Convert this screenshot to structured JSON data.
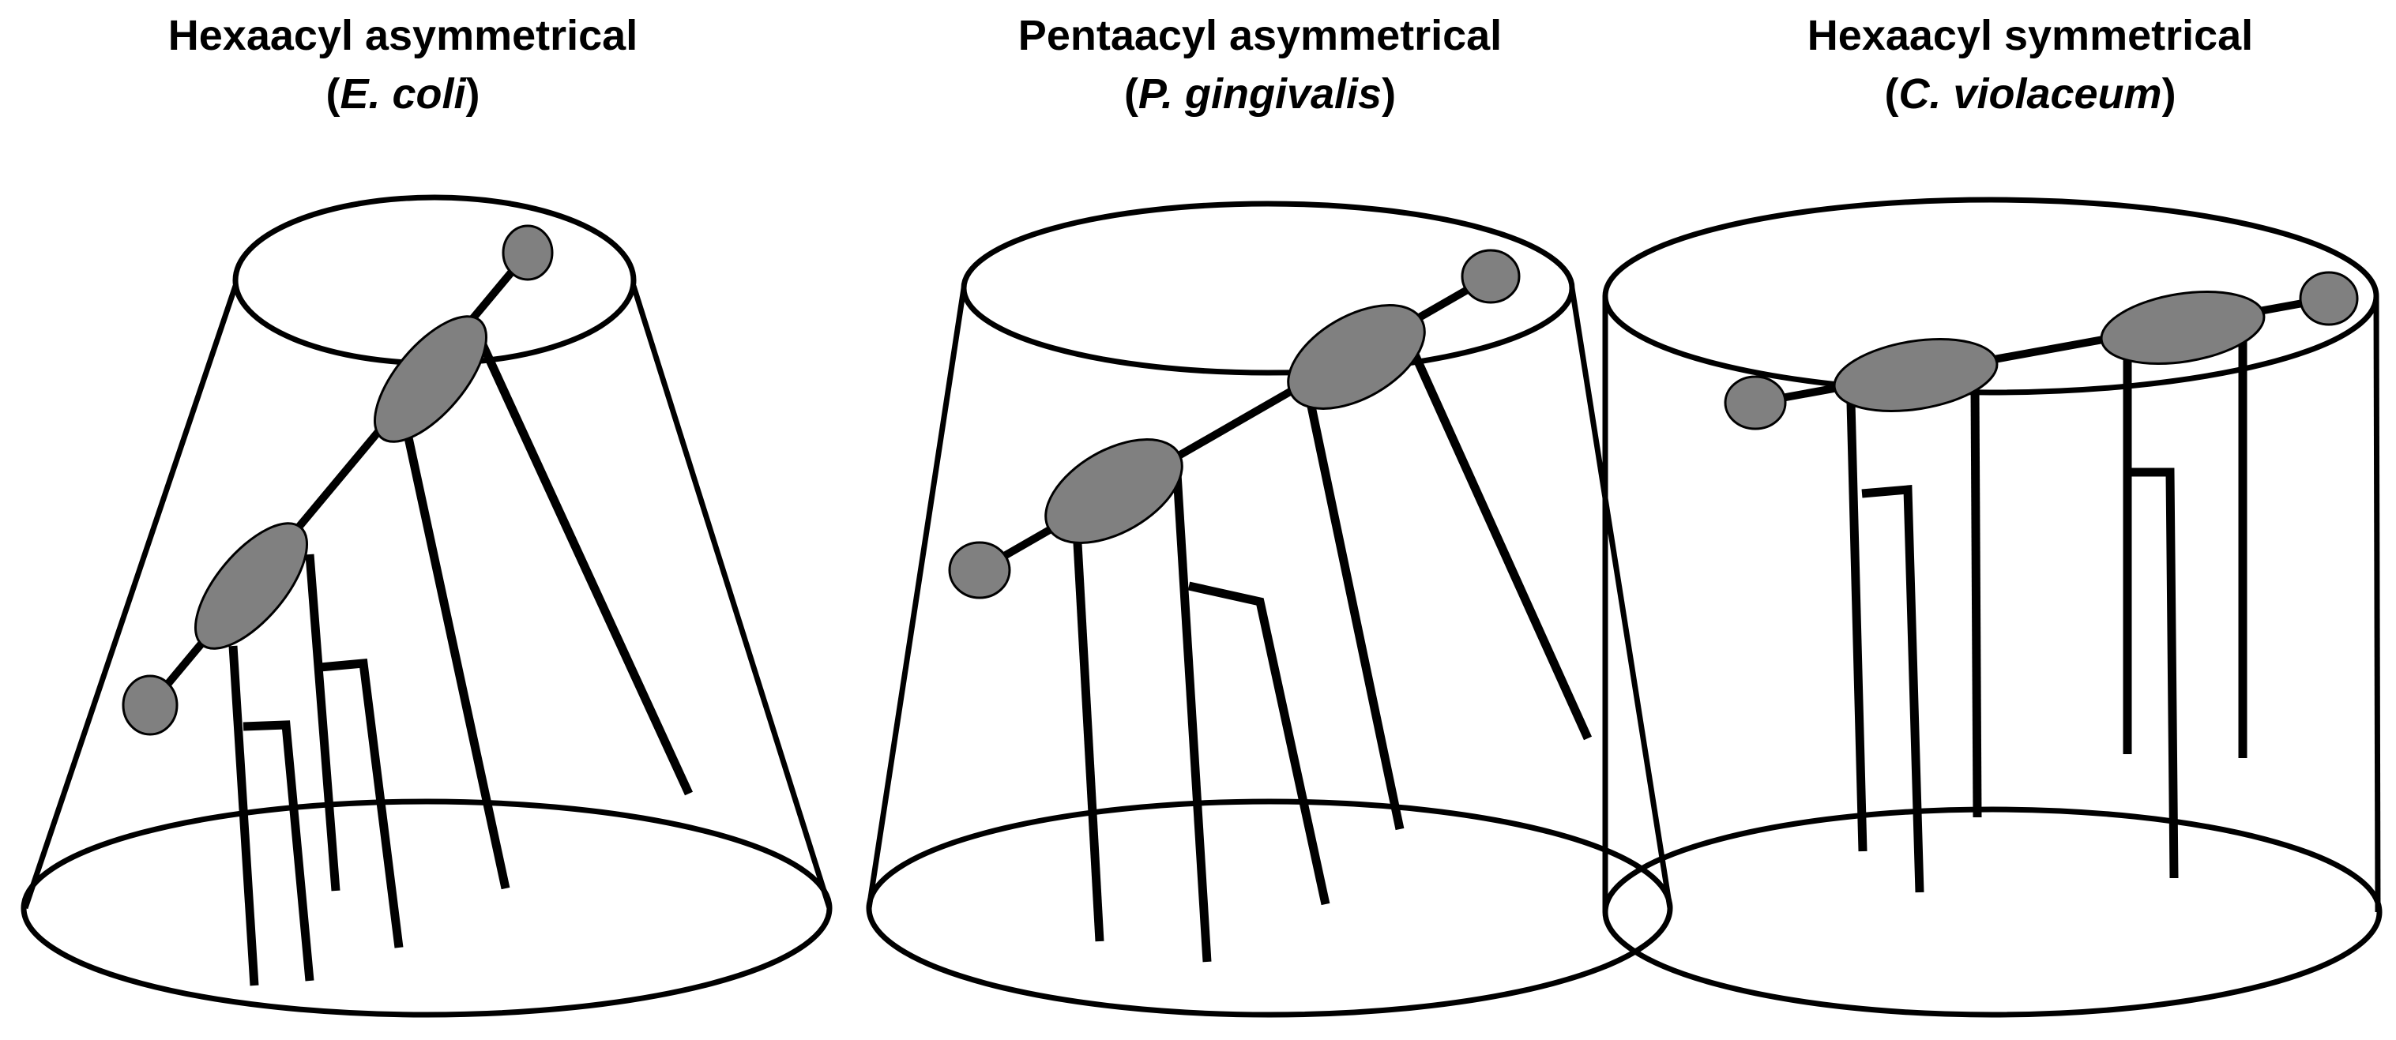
{
  "panels": [
    {
      "id": "ecoli",
      "title": "Hexaacyl asymmetrical",
      "species": "E. coli"
    },
    {
      "id": "pging",
      "title": "Pentaacyl asymmetrical",
      "species": "P. gingivalis"
    },
    {
      "id": "cviol",
      "title": "Hexaacyl symmetrical",
      "species": "C. violaceum"
    }
  ],
  "colors": {
    "line": "#000000",
    "sugar_fill": "#808080",
    "background": "#ffffff"
  }
}
